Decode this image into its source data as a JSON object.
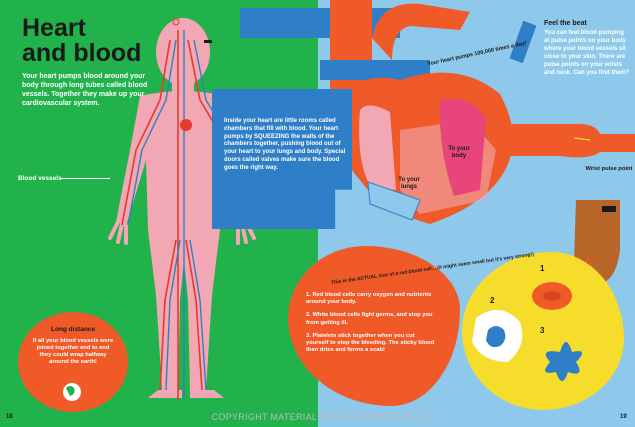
{
  "left_page": {
    "title_line1": "Heart",
    "title_line2": "and blood",
    "intro": "Your heart pumps blood around your body through long tubes called blood vessels. Together they make up your cardiovascular system.",
    "vessels_label": "Blood vessels",
    "heart_box_text": "Inside your heart are little rooms called chambers that fill with blood. Your heart pumps by SQUEEZING the walls of the chambers together, pushing blood out of your heart to your lungs and body. Special doors called valves make sure the blood goes the right way.",
    "long_distance_title": "Long distance",
    "long_distance_text": "If all your blood vessels were joined together end to end they could wrap halfway around the earth!",
    "page_number": "18"
  },
  "right_page": {
    "pump_count": "Your heart pumps 100,000 times a day!",
    "to_body": "To your body",
    "to_lungs": "To your lungs",
    "curve_text": "This is the ACTUAL size of a red blood cell... (it might seem small but it's very strong!)",
    "feel_title": "Feel the beat",
    "feel_text": "You can feel blood pumping at pulse points on your body where your blood vessels sit close to your skin. There are pulse points on your wrists and neck. Can you find them?",
    "wrist_label": "Wrist pulse point",
    "facts": [
      "1. Red blood cells carry oxygen and nutrients around your body.",
      "2. White blood cells fight germs, and stop you from getting ill.",
      "3. Platelets stick together when you cut yourself to stop the bleeding. The sticky blood then dries and forms a scab!"
    ],
    "cell_numbers": [
      "1",
      "2",
      "3"
    ],
    "page_number": "19"
  },
  "watermark": "COPYRIGHT MATERIAL FOR REFERENCE ONLY",
  "colors": {
    "left_bg": "#22b24c",
    "right_bg": "#8ec8ea",
    "heart_red": "#f05a28",
    "vessel_blue": "#2f7fc8",
    "body_pink": "#f2a7b4",
    "yellow": "#f7dd2b"
  }
}
